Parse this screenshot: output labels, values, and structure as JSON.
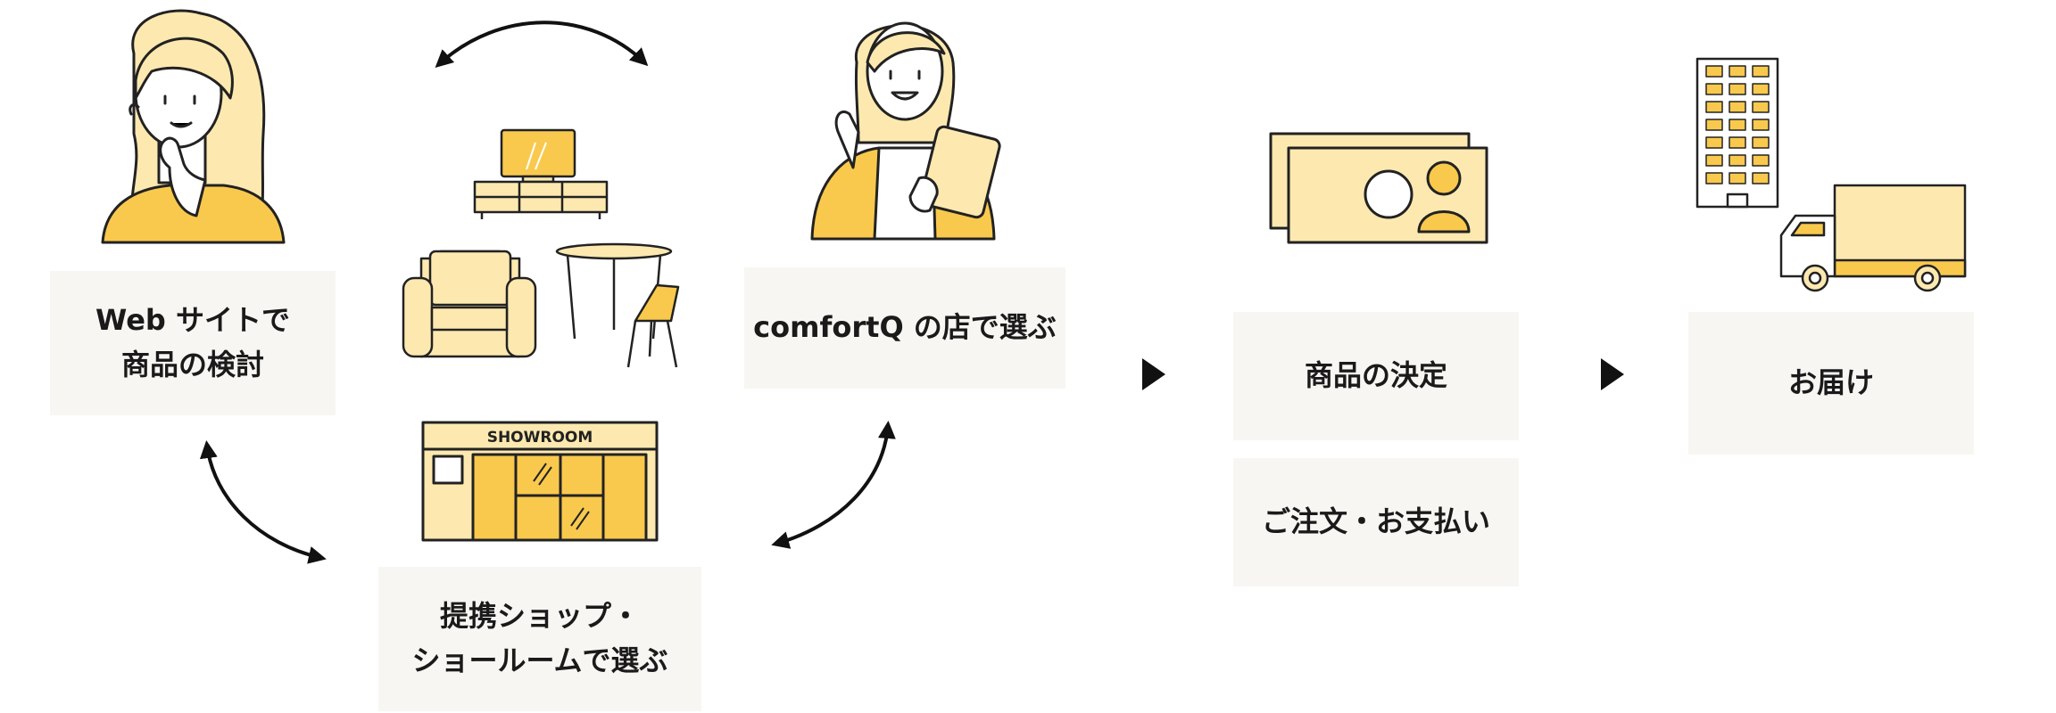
{
  "steps": {
    "web": {
      "line1": "Web サイトで",
      "line2": "商品の検討"
    },
    "store": {
      "label": "comfortQ の店で選ぶ"
    },
    "partner": {
      "line1": "提携ショップ・",
      "line2": "ショールームで選ぶ"
    },
    "decide": {
      "label": "商品の決定"
    },
    "order": {
      "label": "ご注文・お支払い"
    },
    "deliver": {
      "label": "お届け"
    }
  },
  "showroom_sign": "SHOWROOM",
  "colors": {
    "accent": "#f9c94e",
    "pale": "#fde9b0",
    "line": "#222222",
    "box_bg": "#f8f6f3"
  },
  "icons": [
    "woman-thinking-icon",
    "woman-with-tablet-icon",
    "furniture-icon",
    "showroom-icon",
    "id-cards-icon",
    "building-icon",
    "truck-icon",
    "cycle-arrow-icon",
    "flow-arrow-icon"
  ]
}
